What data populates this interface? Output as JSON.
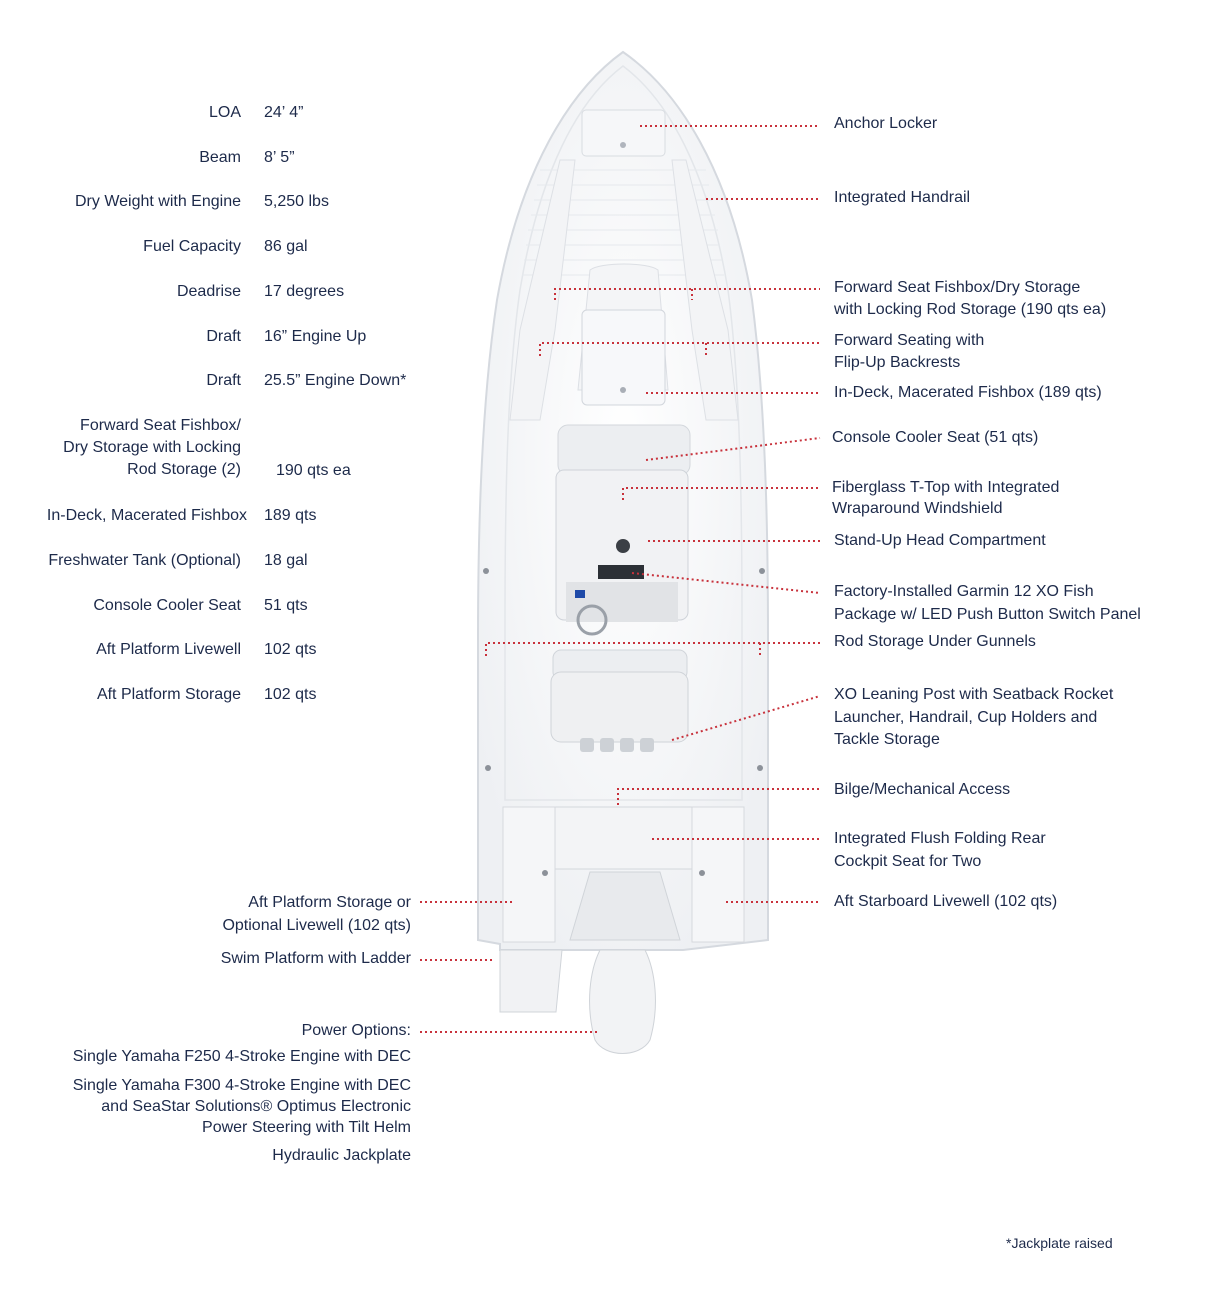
{
  "specs": [
    {
      "label": "LOA",
      "value": "24’ 4”"
    },
    {
      "label": "Beam",
      "value": "8’ 5”"
    },
    {
      "label": "Dry Weight with Engine",
      "value": "5,250 lbs"
    },
    {
      "label": "Fuel Capacity",
      "value": "86 gal"
    },
    {
      "label": "Deadrise",
      "value": "17 degrees"
    },
    {
      "label": "Draft",
      "value": "16” Engine Up"
    },
    {
      "label": "Draft",
      "value": "25.5” Engine Down*"
    },
    {
      "label": "Forward Seat Fishbox/\nDry Storage with Locking\nRod Storage (2)",
      "value": "190 qts ea"
    },
    {
      "label": "In-Deck, Macerated Fishbox",
      "value": "189 qts"
    },
    {
      "label": "Freshwater Tank (Optional)",
      "value": "18 gal"
    },
    {
      "label": "Console Cooler Seat",
      "value": "51 qts"
    },
    {
      "label": "Aft Platform Livewell",
      "value": "102 qts"
    },
    {
      "label": "Aft Platform Storage",
      "value": "102 qts"
    }
  ],
  "callouts_right": [
    "Anchor Locker",
    "Integrated Handrail",
    "Forward Seat Fishbox/Dry Storage\nwith Locking Rod Storage (190 qts ea)",
    "Forward Seating with\nFlip-Up Backrests",
    "In-Deck, Macerated Fishbox (189 qts)",
    "Console Cooler Seat (51 qts)",
    "Fiberglass T-Top with Integrated\nWraparound Windshield",
    "Stand-Up Head Compartment",
    "Factory-Installed Garmin 12 XO Fish\nPackage w/ LED Push Button Switch Panel",
    "Rod Storage Under Gunnels",
    "XO Leaning Post with Seatback Rocket\nLauncher, Handrail, Cup Holders and\nTackle Storage",
    "Bilge/Mechanical Access",
    "Integrated Flush Folding Rear\nCockpit Seat for Two",
    "Aft Starboard Livewell (102 qts)"
  ],
  "callouts_left": [
    "Aft Platform Storage or\nOptional Livewell (102 qts)",
    "Swim Platform with Ladder"
  ],
  "power": {
    "heading": "Power Options:",
    "options": [
      "Single Yamaha F250 4-Stroke Engine with DEC",
      "Single Yamaha F300 4-Stroke Engine with DEC\nand SeaStar Solutions® Optimus Electronic\nPower Steering with Tilt Helm",
      "Hydraulic Jackplate"
    ]
  },
  "footnote": "*Jackplate raised",
  "colors": {
    "text": "#1d2a4a",
    "leader": "#c8323c",
    "hull_stroke": "#d9dde3",
    "hull_fill": "#fafbfc"
  }
}
